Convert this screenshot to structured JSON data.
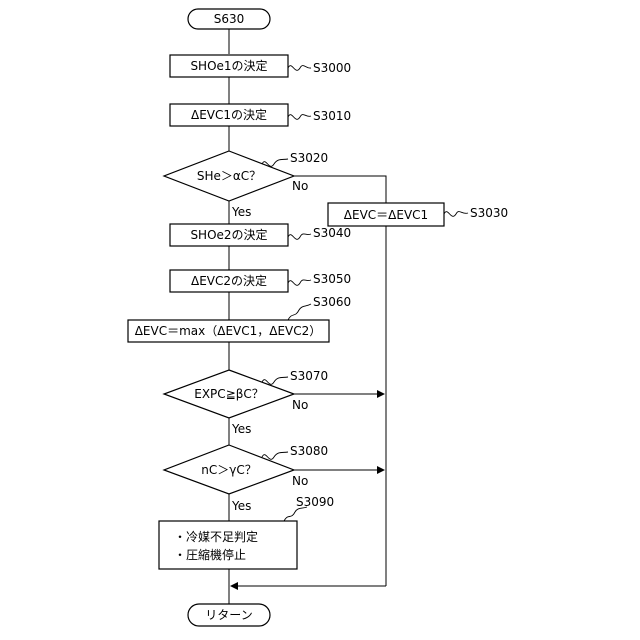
{
  "start": "S630",
  "end": "リターン",
  "yes": "Yes",
  "no": "No",
  "steps": {
    "s3000": {
      "text": "SHOe1の決定",
      "label": "S3000"
    },
    "s3010": {
      "text": "ΔEVC1の決定",
      "label": "S3010"
    },
    "s3020": {
      "text": "SHe＞αC？",
      "label": "S3020"
    },
    "s3030": {
      "text": "ΔEVC＝ΔEVC1",
      "label": "S3030"
    },
    "s3040": {
      "text": "SHOe2の決定",
      "label": "S3040"
    },
    "s3050": {
      "text": "ΔEVC2の決定",
      "label": "S3050"
    },
    "s3060": {
      "text": "ΔEVC＝max（ΔEVC1，ΔEVC2）",
      "label": "S3060"
    },
    "s3070": {
      "text": "EXPC≧βC？",
      "label": "S3070"
    },
    "s3080": {
      "text": "nC＞γC？",
      "label": "S3080"
    },
    "s3090": {
      "line1": "・冷媒不足判定",
      "line2": "・圧縮機停止",
      "label": "S3090"
    }
  }
}
